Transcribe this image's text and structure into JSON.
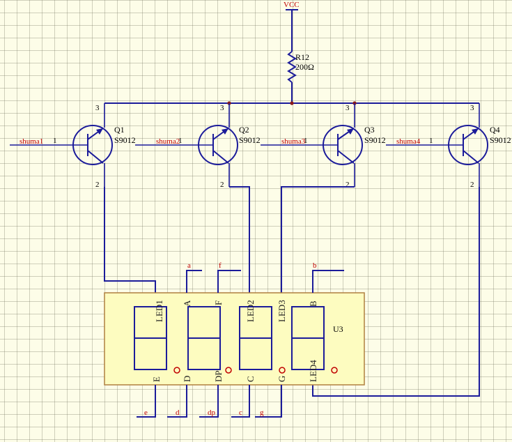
{
  "power": {
    "label": "VCC"
  },
  "resistor": {
    "ref": "R12",
    "value": "200Ω"
  },
  "transistors": [
    {
      "ref": "Q1",
      "part": "S9012",
      "net": "shuma1",
      "base_pin": "1",
      "collector_pin": "3",
      "emitter_pin": "2"
    },
    {
      "ref": "Q2",
      "part": "S9012",
      "net": "shuma2",
      "base_pin": "1",
      "collector_pin": "3",
      "emitter_pin": "2"
    },
    {
      "ref": "Q3",
      "part": "S9012",
      "net": "shuma3",
      "base_pin": "1",
      "collector_pin": "3",
      "emitter_pin": "2"
    },
    {
      "ref": "Q4",
      "part": "S9012",
      "net": "shuma4",
      "base_pin": "1",
      "collector_pin": "3",
      "emitter_pin": "2"
    }
  ],
  "display": {
    "ref": "U3",
    "top_pins": [
      "LED1",
      "A",
      "F",
      "LED2",
      "LED3",
      "B"
    ],
    "bottom_pins": [
      "E",
      "D",
      "DP",
      "C",
      "G",
      "LED4"
    ]
  },
  "segment_nets_top": [
    "a",
    "f",
    "b"
  ],
  "segment_nets_bottom": [
    "e",
    "d",
    "dp",
    "c",
    "g"
  ],
  "colors": {
    "wire": "#1b1b9a",
    "net_label": "#c00000",
    "body": "#fdfcc0",
    "body_border": "#b08040"
  }
}
